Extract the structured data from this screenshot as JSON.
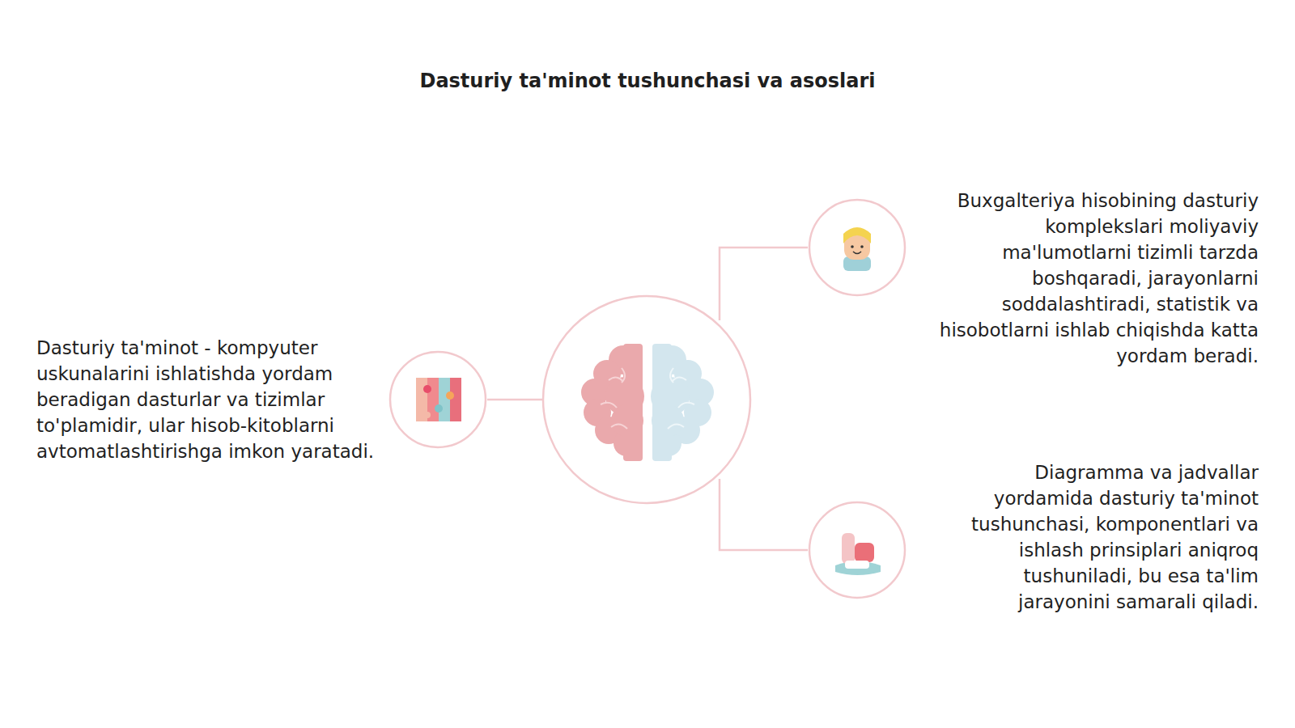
{
  "diagram": {
    "title": "Dasturiy ta'minot tushunchasi va asoslari",
    "nodes": [
      {
        "text": [
          "Dasturiy ta'minot - kompyuter uskunalarini ishlatishda yordam beradigan dasturlar va tizimlar to'plamidir, ular hisob-kitoblarni avtomatlashtirishga imkon yaratadi."
        ]
      },
      {
        "text": [
          "Buxgalteriya hisobining dasturiy komplekslari moliyaviy ma'lumotlarni tizimli tarzda boshqaradi, jarayonlarni soddalashtiradi, statistik va hisobotlarni ishlab chiqishda katta yordam beradi."
        ]
      },
      {
        "text": [
          "Diagramma va jadvallar yordamida dasturiy ta'minot tushunchasi, komponentlari va ishlash prinsiplari aniqroq tushuniladi, bu esa ta'lim jarayonini samarali qiladi."
        ]
      }
    ]
  }
}
